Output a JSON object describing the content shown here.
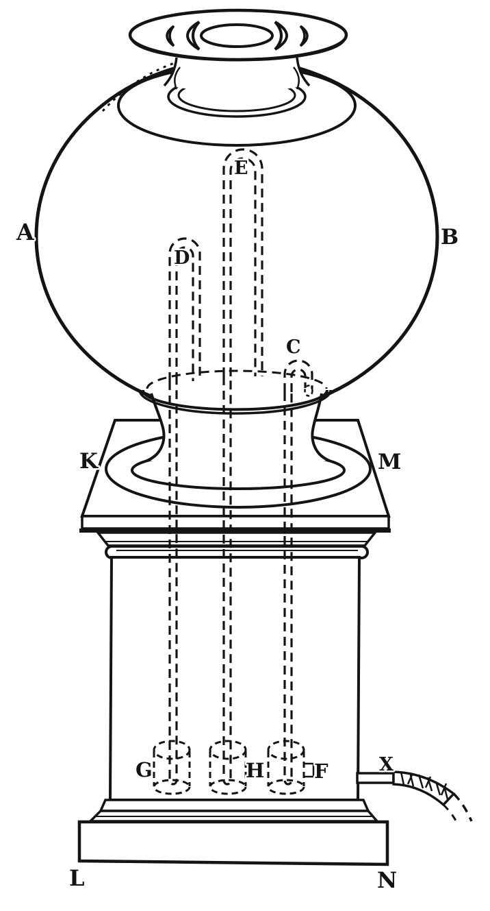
{
  "figure": {
    "kind": "engraved apparatus diagram",
    "ink_color": "#141414",
    "paper_color": "#ffffff",
    "labels": {
      "A": "A",
      "B": "B",
      "C": "C",
      "D": "D",
      "E": "E",
      "F": "F",
      "G": "G",
      "H": "H",
      "K": "K",
      "L": "L",
      "M": "M",
      "N": "N",
      "X": "X"
    }
  }
}
